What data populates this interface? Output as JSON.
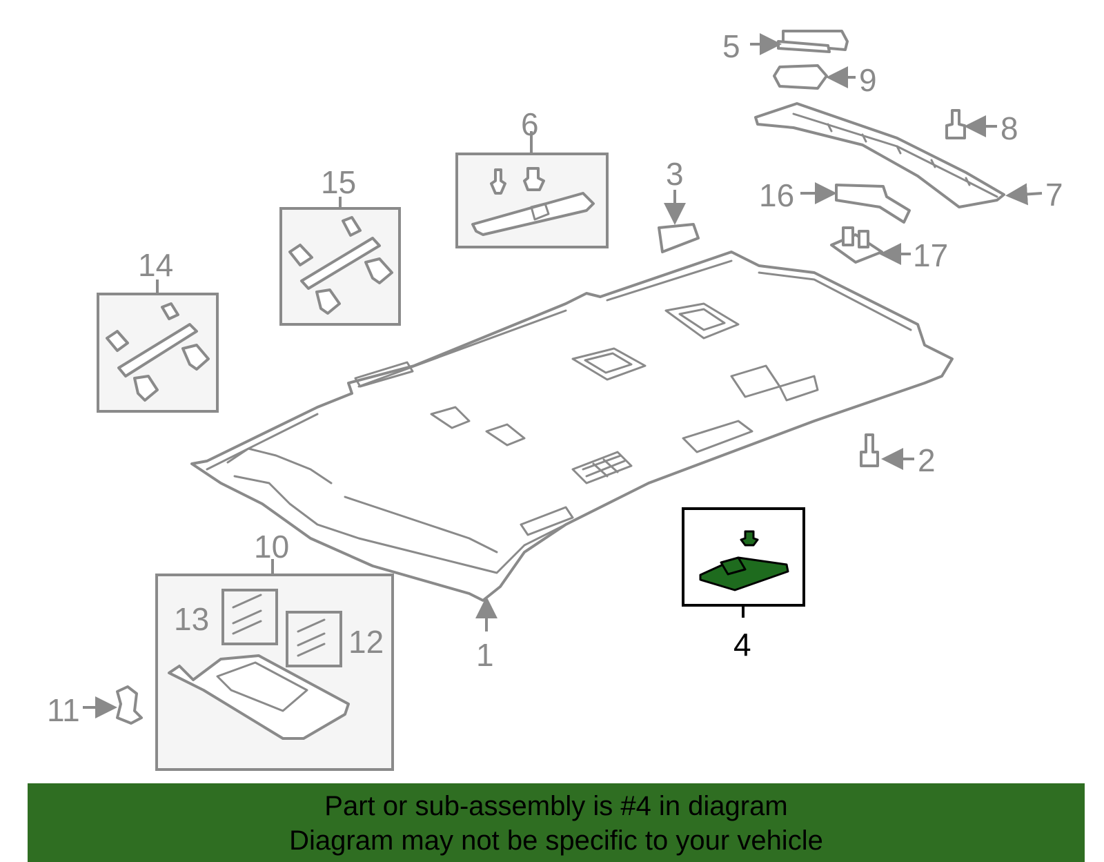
{
  "colors": {
    "highlight": "#1e6b1e",
    "banner": "#2f6e22",
    "line": "#8a8a8a"
  },
  "callouts": {
    "c1": "1",
    "c2": "2",
    "c3": "3",
    "c4": "4",
    "c5": "5",
    "c6": "6",
    "c7": "7",
    "c8": "8",
    "c9": "9",
    "c10": "10",
    "c11": "11",
    "c12": "12",
    "c13": "13",
    "c14": "14",
    "c15": "15",
    "c16": "16",
    "c17": "17"
  },
  "highlighted_part": "4",
  "banner": {
    "line1": "Part or sub-assembly is #4 in diagram",
    "line2": "Diagram may not be specific to your vehicle"
  }
}
